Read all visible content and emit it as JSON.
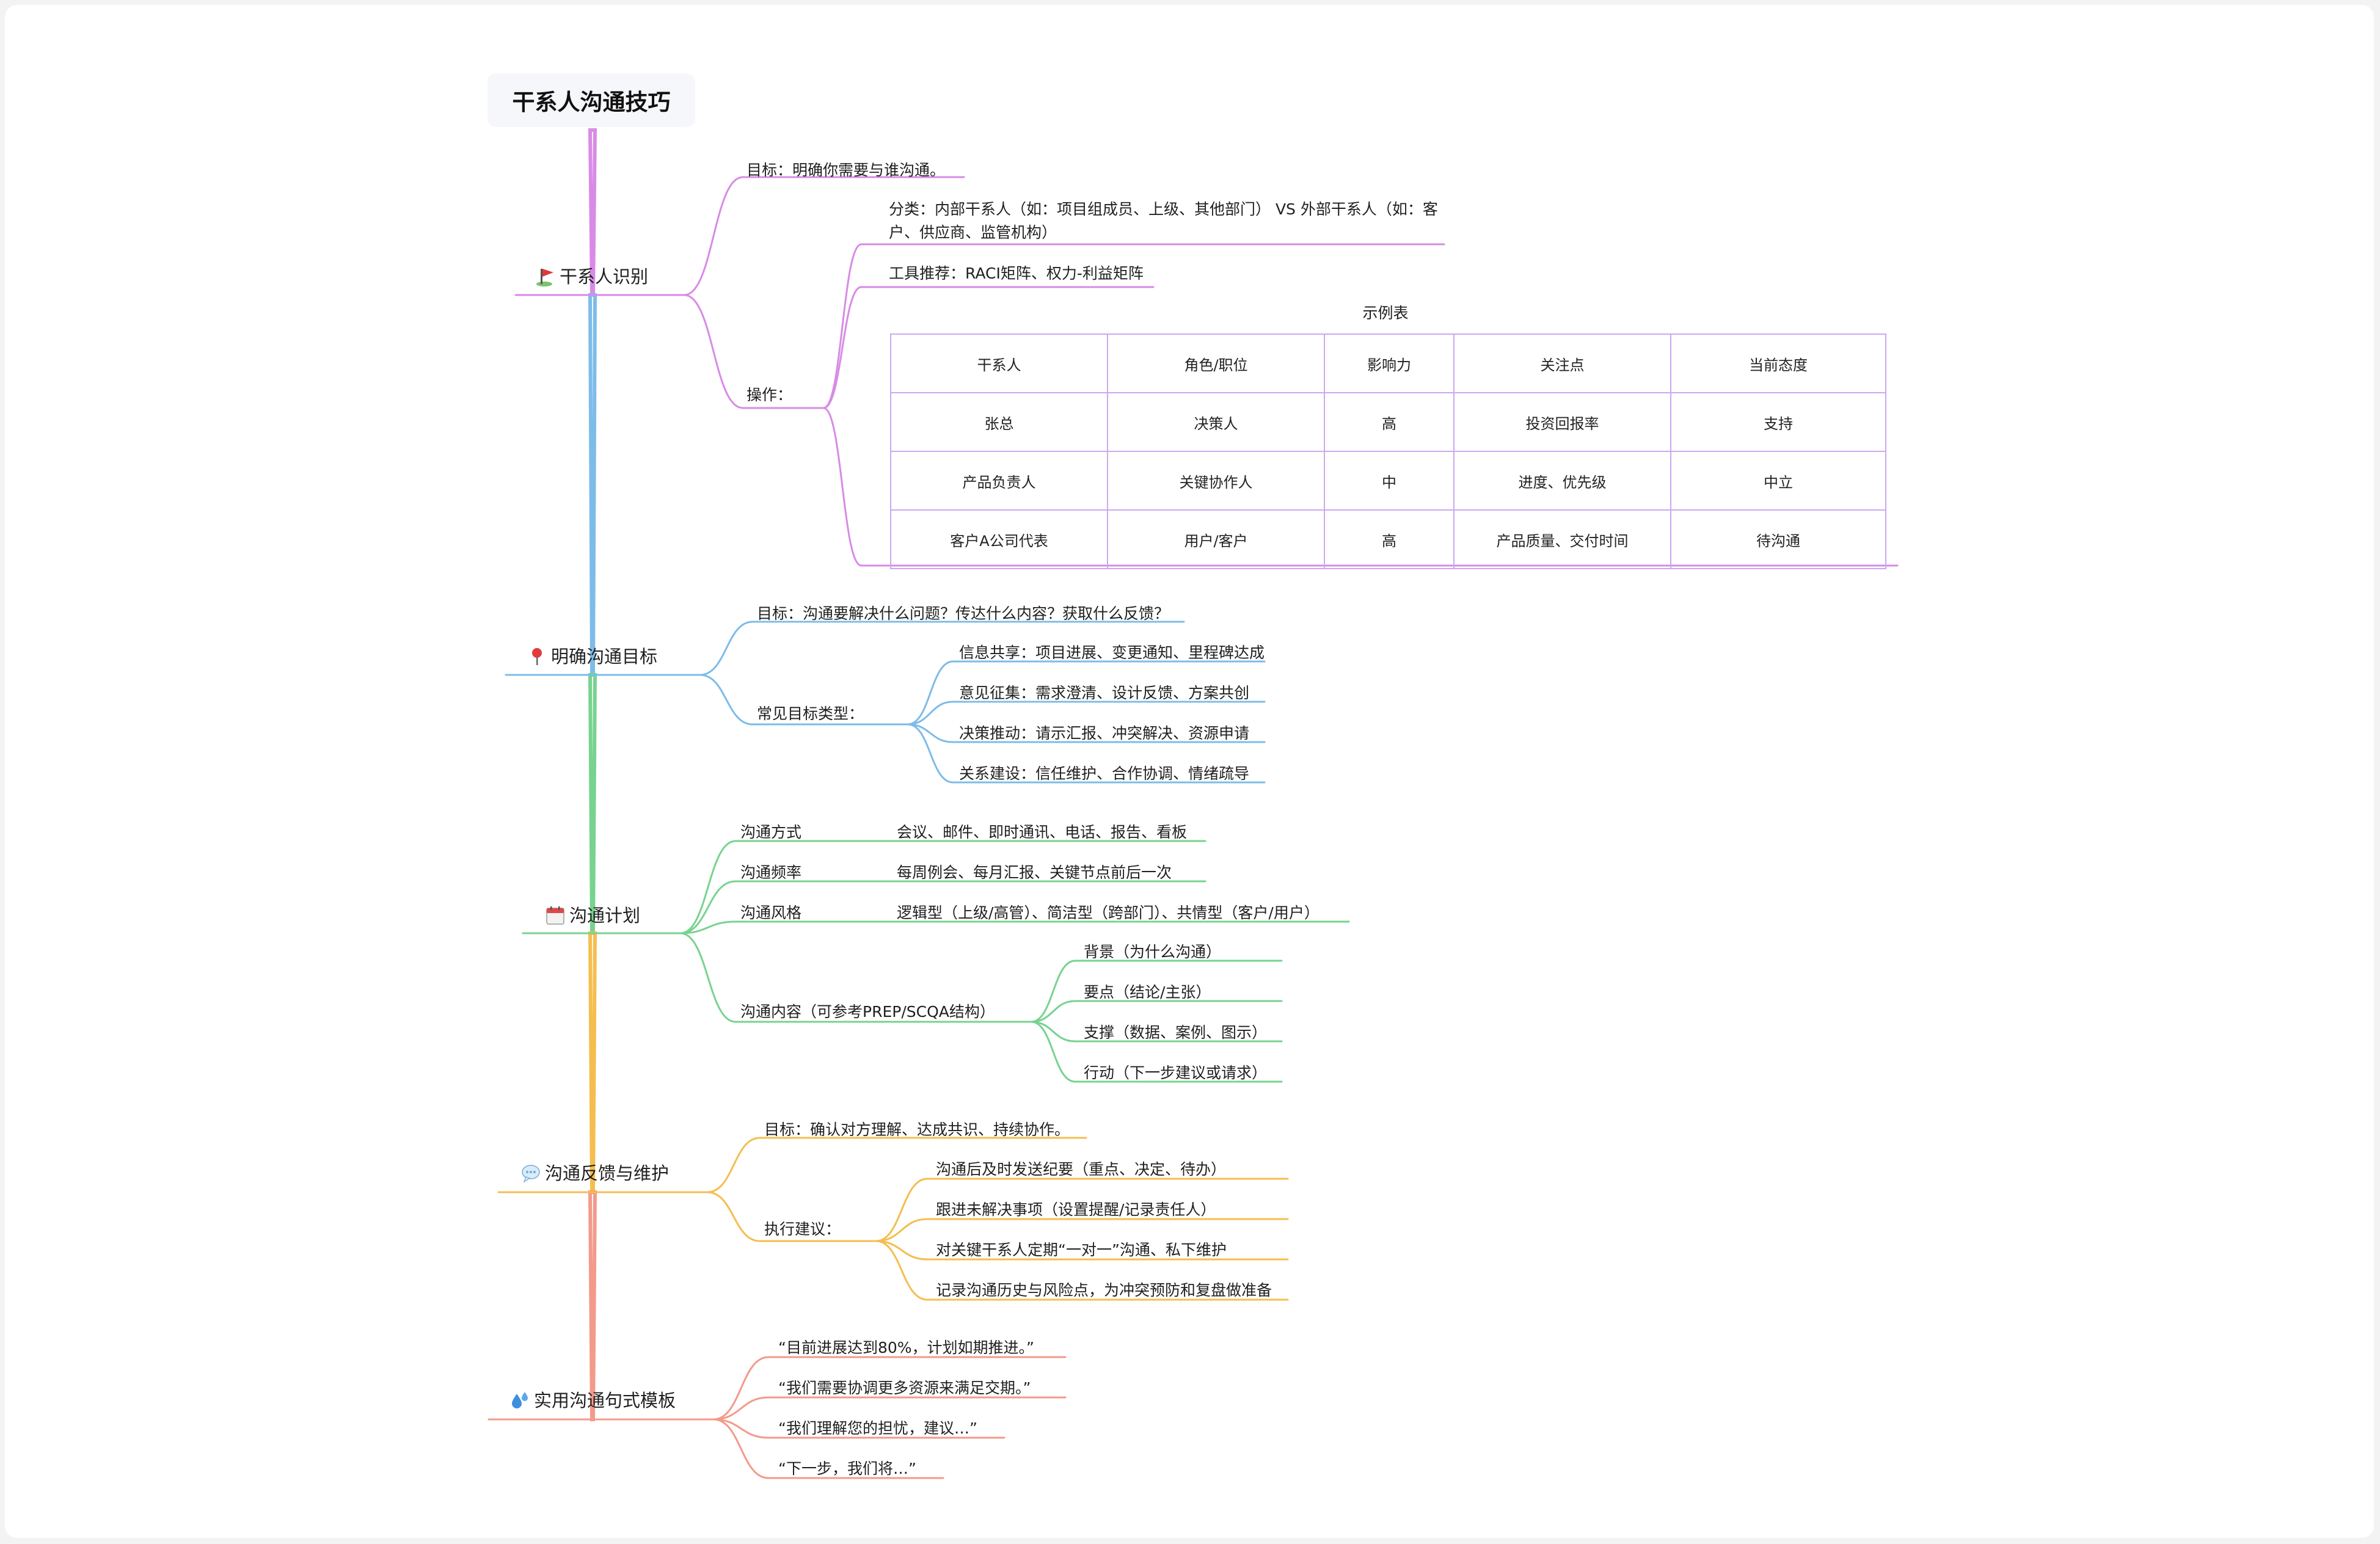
{
  "root": "干系人沟通技巧",
  "colors": {
    "pink": "#d88be6",
    "blue": "#7dbce9",
    "green": "#77d38f",
    "yellow": "#f4be4f",
    "salmon": "#f39a8a"
  },
  "branches": [
    {
      "label": "干系人识别",
      "icon": "flag-icon",
      "target": "目标：明确你需要与谁沟通。",
      "op_label": "操作：",
      "classification": "分类：内部干系人（如：项目组成员、上级、其他部门） VS 外部干系人（如：客户、供应商、监管机构）",
      "tools": "工具推荐：RACI矩阵、权力-利益矩阵",
      "table": {
        "caption": "示例表",
        "header": [
          "干系人",
          "角色/职位",
          "影响力",
          "关注点",
          "当前态度"
        ],
        "rows": [
          [
            "张总",
            "决策人",
            "高",
            "投资回报率",
            "支持"
          ],
          [
            "产品负责人",
            "关键协作人",
            "中",
            "进度、优先级",
            "中立"
          ],
          [
            "客户A公司代表",
            "用户/客户",
            "高",
            "产品质量、交付时间",
            "待沟通"
          ]
        ]
      }
    },
    {
      "label": "明确沟通目标",
      "icon": "pushpin-icon",
      "target": "目标：沟通要解决什么问题？传达什么内容？获取什么反馈？",
      "types_label": "常见目标类型：",
      "types": [
        "信息共享：项目进展、变更通知、里程碑达成",
        "意见征集：需求澄清、设计反馈、方案共创",
        "决策推动：请示汇报、冲突解决、资源申请",
        "关系建设：信任维护、合作协调、情绪疏导"
      ]
    },
    {
      "label": "沟通计划",
      "icon": "calendar-icon",
      "items": [
        {
          "k": "沟通方式",
          "v": "会议、邮件、即时通讯、电话、报告、看板"
        },
        {
          "k": "沟通频率",
          "v": "每周例会、每月汇报、关键节点前后一次"
        },
        {
          "k": "沟通风格",
          "v": "逻辑型（上级/高管）、简洁型（跨部门）、共情型（客户/用户）"
        }
      ],
      "content_label": "沟通内容（可参考PREP/SCQA结构）",
      "content": [
        "背景（为什么沟通）",
        "要点（结论/主张）",
        "支撑（数据、案例、图示）",
        "行动（下一步建议或请求）"
      ]
    },
    {
      "label": "沟通反馈与维护",
      "icon": "speech-bubble-icon",
      "target": "目标：确认对方理解、达成共识、持续协作。",
      "advice_label": "执行建议：",
      "advice": [
        "沟通后及时发送纪要（重点、决定、待办）",
        "跟进未解决事项（设置提醒/记录责任人）",
        "对关键干系人定期“一对一”沟通、私下维护",
        "记录沟通历史与风险点，为冲突预防和复盘做准备"
      ]
    },
    {
      "label": "实用沟通句式模板",
      "icon": "droplets-icon",
      "items": [
        "“目前进展达到80%，计划如期推进。”",
        "“我们需要协调更多资源来满足交期。”",
        "“我们理解您的担忧，建议…”",
        "“下一步，我们将…”"
      ]
    }
  ]
}
